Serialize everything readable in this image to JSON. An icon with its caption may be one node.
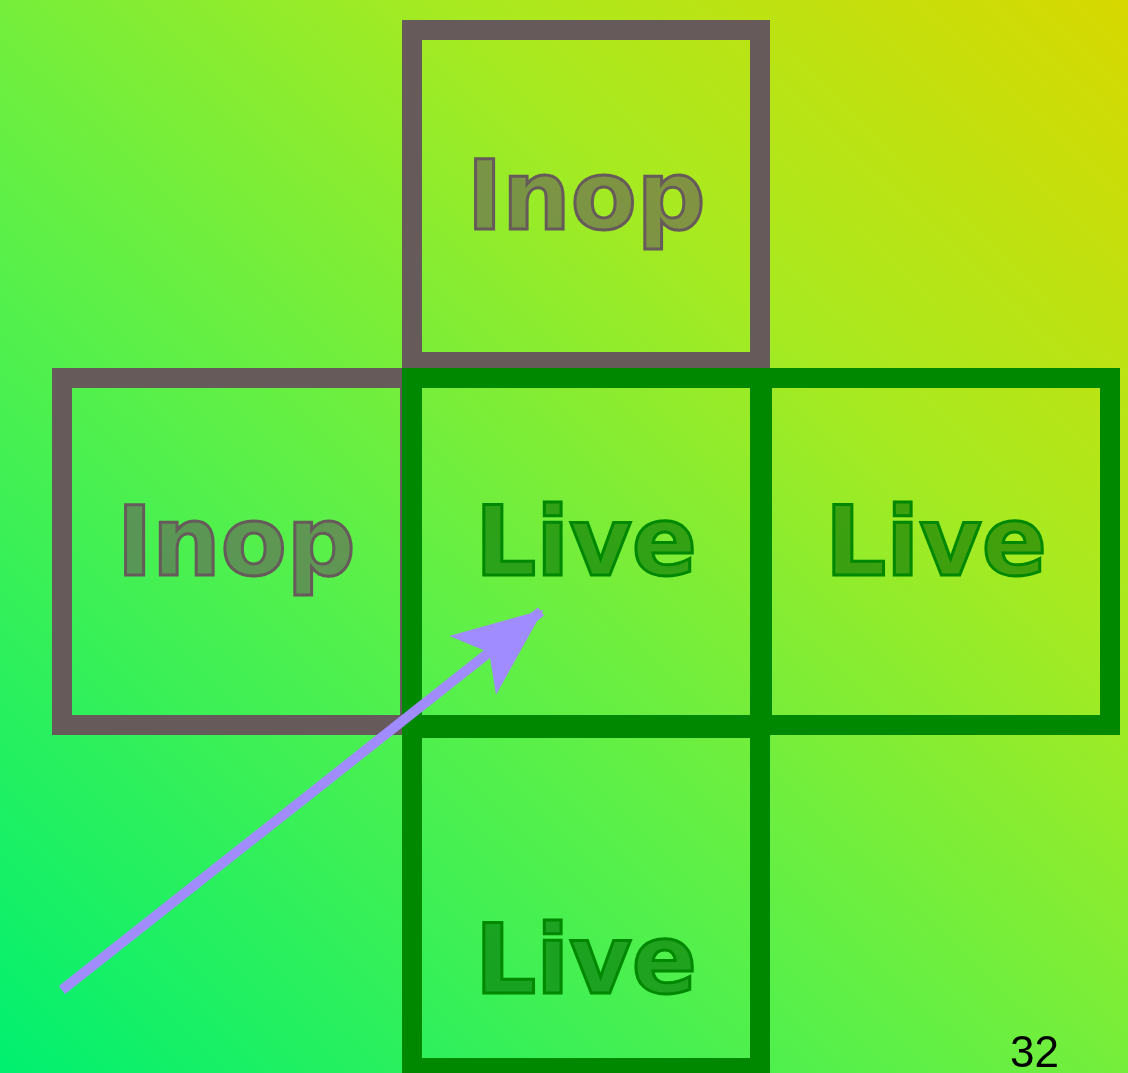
{
  "diagram": {
    "nodes": [
      {
        "text": [
          "Inop"
        ]
      },
      {
        "text": [
          "Inop"
        ]
      },
      {
        "text": [
          "Live"
        ]
      },
      {
        "text": [
          "Live"
        ]
      },
      {
        "text": [
          "Live"
        ]
      }
    ],
    "edges": [
      {
        "from": null,
        "to": 2,
        "arrow": "to",
        "color": "#a08cff"
      }
    ],
    "labels": [
      "32"
    ]
  }
}
